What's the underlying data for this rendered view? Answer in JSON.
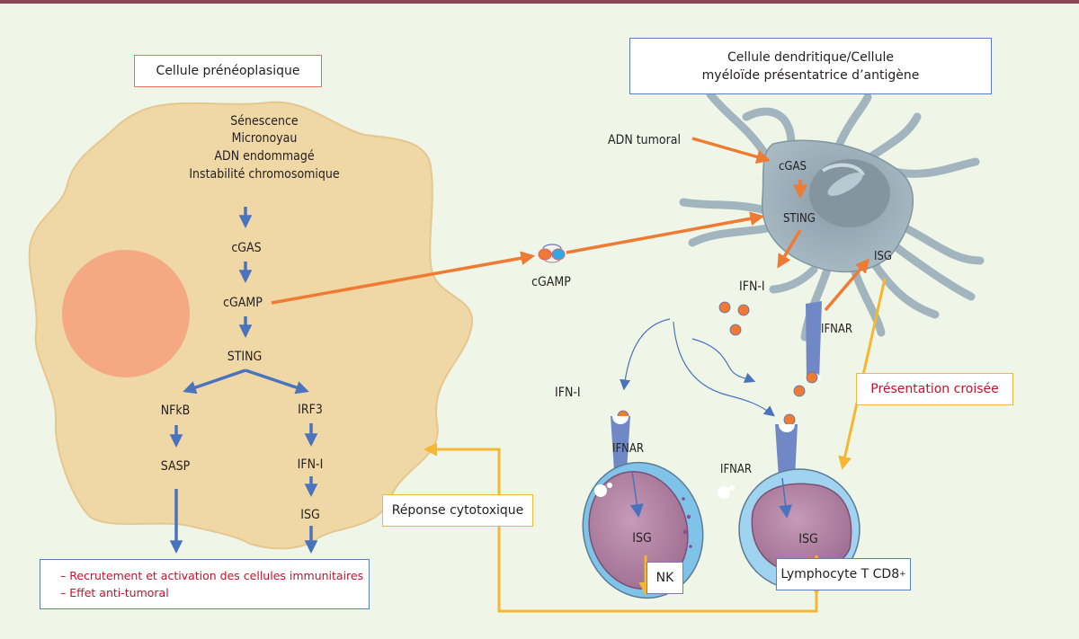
{
  "colors": {
    "background": "#eff6e7",
    "top_bar": "#8c4656",
    "preneoplastic_cell": "#efd7a6",
    "nucleus": "#f4a982",
    "pathway_arrow": "#4a73be",
    "dc_arrow": "#ee7a33",
    "cytotoxic_arrow": "#f5b731",
    "dendritic_cell": "#a2b5bf",
    "ifnar_receptor": "#7088c6",
    "ifn_particle": "#ee7a33",
    "highlight_text": "#c8102e"
  },
  "preneoplastic_cell": {
    "title": "Cellule prénéoplasique",
    "stress_signals": [
      "Sénescence",
      "Micronoyau",
      "ADN endommagé",
      "Instabilité chromosomique"
    ],
    "pathway": {
      "cgas": "cGAS",
      "cgamp": "cGAMP",
      "sting": "STING",
      "nfkb": "NFkB",
      "irf3": "IRF3",
      "sasp": "SASP",
      "ifn": "IFN-I",
      "isg": "ISG"
    }
  },
  "effects_box": {
    "items": [
      "– Recrutement et activation des cellules immunitaires",
      "– Effet anti-tumoral"
    ]
  },
  "extracellular": {
    "cgamp_label": "cGAMP",
    "ifn_label_top": "IFN-I",
    "ifn_label_left": "IFN-I"
  },
  "dendritic_cell": {
    "title_line1": "Cellule dendritique/Cellule",
    "title_line2": "myéloïde présentatrice d’antigène",
    "tumor_dna": "ADN tumoral",
    "cgas": "cGAS",
    "sting": "STING",
    "isg": "ISG",
    "ifnar": "IFNAR"
  },
  "cross_presentation": "Présentation croisée",
  "cytotoxic_response": "Réponse cytotoxique",
  "nk_cell": {
    "label": "NK",
    "ifnar": "IFNAR",
    "isg": "ISG"
  },
  "t_cell": {
    "label": "Lymphocyte T CD8",
    "superscript": "+",
    "ifnar": "IFNAR",
    "isg": "ISG"
  }
}
